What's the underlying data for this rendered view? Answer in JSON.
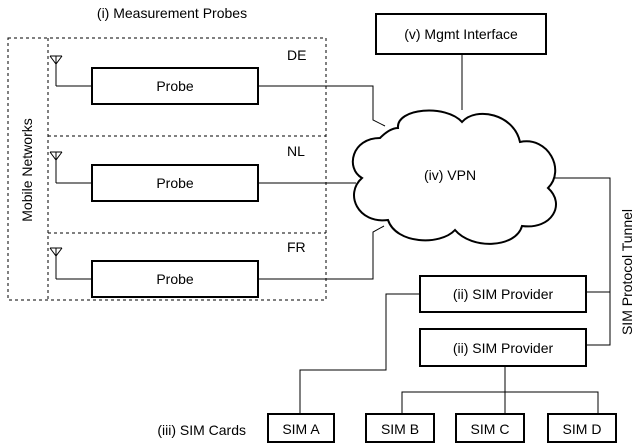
{
  "labels": {
    "measurement_probes": "(i) Measurement Probes",
    "mobile_networks": "Mobile Networks",
    "mgmt_interface": "(v) Mgmt Interface",
    "vpn": "(iv) VPN",
    "sim_protocol_tunnel": "SIM Protocol Tunnel",
    "sim_cards": "(iii) SIM Cards"
  },
  "probes": [
    {
      "country": "DE",
      "label": "Probe"
    },
    {
      "country": "NL",
      "label": "Probe"
    },
    {
      "country": "FR",
      "label": "Probe"
    }
  ],
  "sim_providers": [
    {
      "label": "(ii) SIM Provider"
    },
    {
      "label": "(ii) SIM Provider"
    }
  ],
  "sim_cards": [
    {
      "label": "SIM A"
    },
    {
      "label": "SIM B"
    },
    {
      "label": "SIM C"
    },
    {
      "label": "SIM D"
    }
  ]
}
